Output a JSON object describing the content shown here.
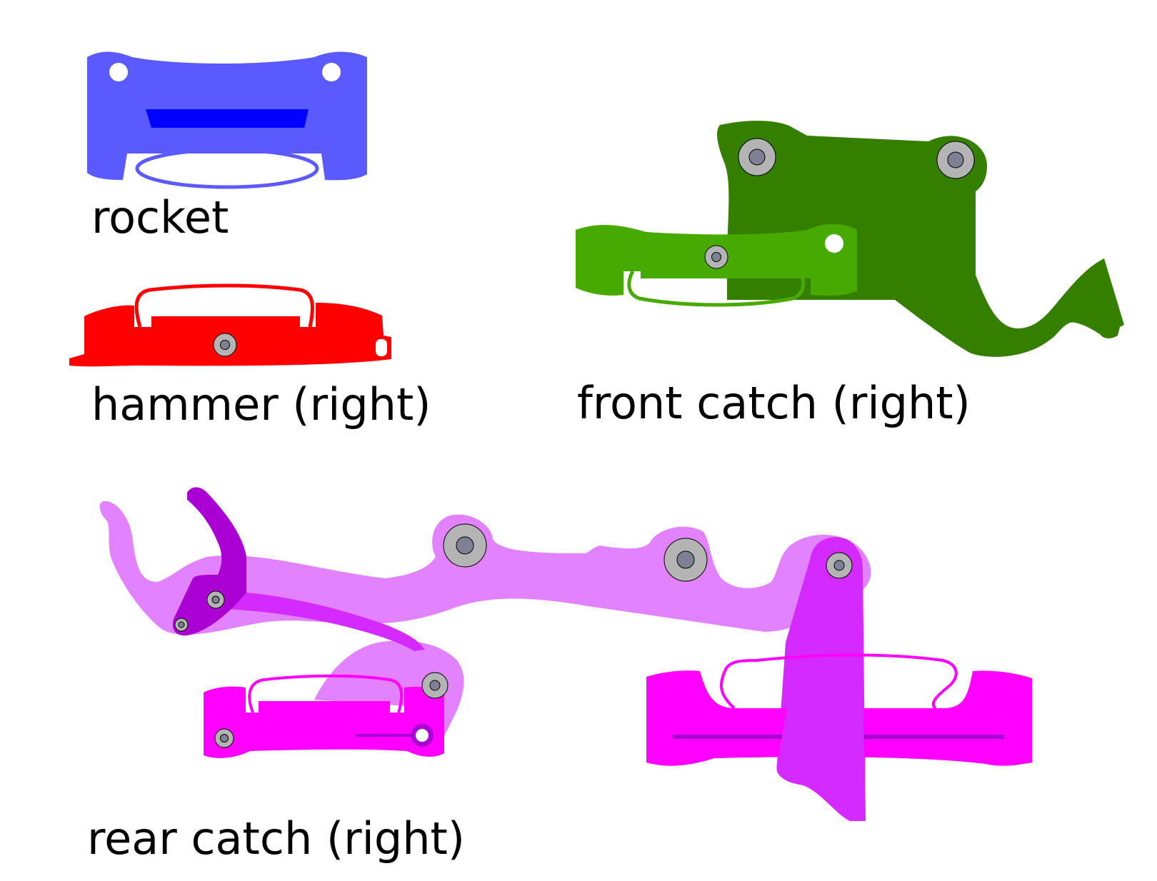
{
  "labels": {
    "rocket": "rocket",
    "hammer": "hammer (right)",
    "front_catch": "front catch (right)",
    "rear_catch": "rear catch (right)"
  },
  "colors": {
    "rocket_body": "#5a5aff",
    "rocket_slot": "#0000ff",
    "hammer_body": "#ff0000",
    "front_catch_plate": "#347e00",
    "front_catch_body": "#47aa00",
    "rear_catch_plate": "#e382ff",
    "rear_catch_link": "#d42aff",
    "rear_catch_dark": "#aa00d4",
    "rear_catch_body": "#ff00ff",
    "pin_outer": "#b4b4b4",
    "pin_inner": "#808094",
    "label_text": "#000000"
  }
}
